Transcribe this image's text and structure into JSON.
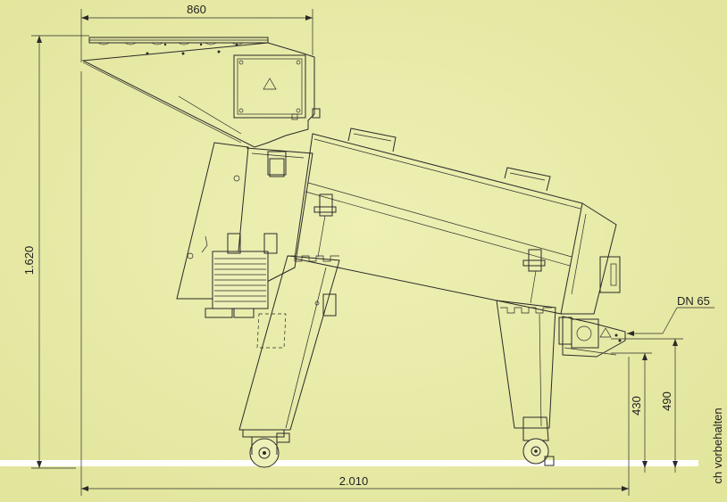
{
  "drawing": {
    "background_color": "#e8eaa6",
    "floor_color": "#ffffff",
    "line_color": "#2a2a2a",
    "dimensions": {
      "top_width": "860",
      "height_total": "1.620",
      "base_length": "2.010",
      "outlet_height_low": "430",
      "outlet_height_high": "490",
      "outlet_size": "DN 65"
    },
    "edge_text": "ch vorbehalten"
  }
}
